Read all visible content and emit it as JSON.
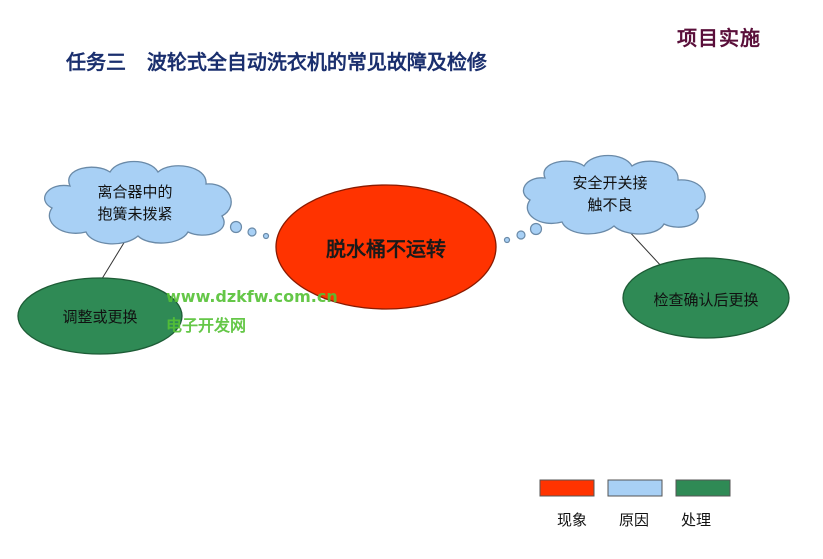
{
  "header": {
    "corner_title": "项目实施",
    "title": "任务三   波轮式全自动洗衣机的常见故障及检修"
  },
  "diagram": {
    "center": {
      "label": "脱水桶不运转",
      "color": "#ff3300"
    },
    "causes": [
      {
        "line1": "离合器中的",
        "line2": "抱簧未拨紧"
      },
      {
        "line1": "安全开关接",
        "line2": "触不良"
      }
    ],
    "actions": [
      {
        "label": "调整或更换"
      },
      {
        "label": "检查确认后更换"
      }
    ],
    "colors": {
      "cause": "#a8d0f5",
      "action": "#2f8a55"
    }
  },
  "watermark": {
    "line1": "www.dzkfw.com.cn",
    "line2": "电子开发网"
  },
  "legend": {
    "items": [
      {
        "label": "现象",
        "color": "#ff3300"
      },
      {
        "label": "原因",
        "color": "#a8d0f5"
      },
      {
        "label": "处理",
        "color": "#2f8a55"
      }
    ]
  }
}
